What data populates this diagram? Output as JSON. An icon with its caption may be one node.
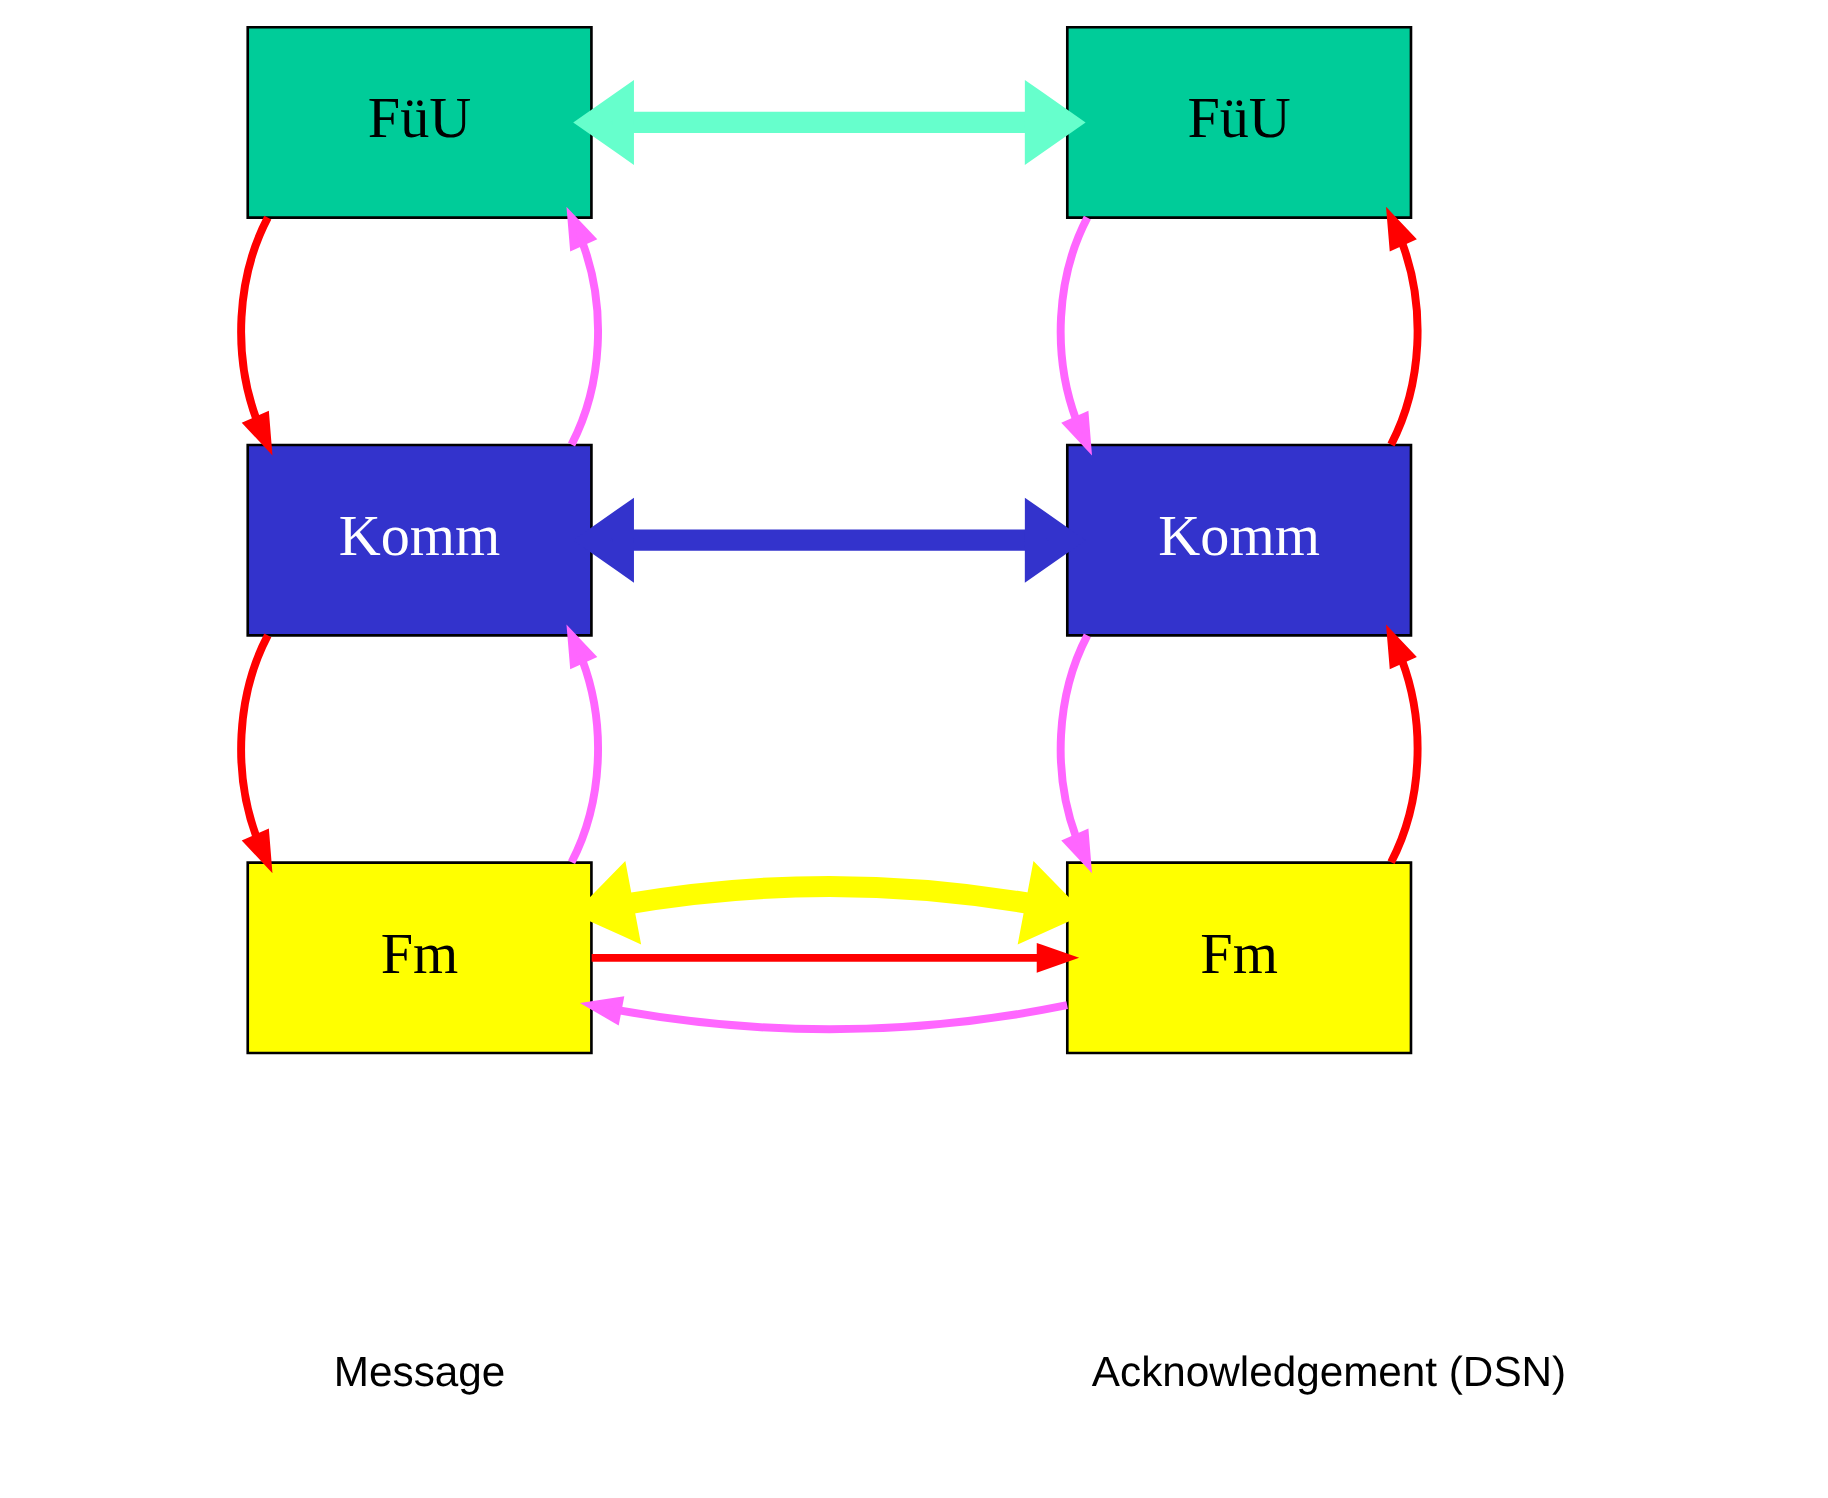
{
  "diagram": {
    "nodes": [
      {
        "text": [
          "FüU"
        ]
      },
      {
        "text": [
          "FüU"
        ]
      },
      {
        "text": [
          "Komm"
        ]
      },
      {
        "text": [
          "Komm"
        ]
      },
      {
        "text": [
          "Fm"
        ]
      },
      {
        "text": [
          "Fm"
        ]
      }
    ],
    "edges": [
      {
        "from": 0,
        "to": 1,
        "arrow": "both",
        "style": "thick",
        "color": "#66ffcc"
      },
      {
        "from": 0,
        "to": 2,
        "arrow": "to",
        "color": "#ff0000"
      },
      {
        "from": 2,
        "to": 0,
        "arrow": "to",
        "color": "#ff66ff"
      },
      {
        "from": 1,
        "to": 3,
        "arrow": "to",
        "color": "#ff66ff"
      },
      {
        "from": 3,
        "to": 1,
        "arrow": "to",
        "color": "#ff0000"
      },
      {
        "from": 2,
        "to": 3,
        "arrow": "both",
        "style": "thick",
        "color": "#3333cc"
      },
      {
        "from": 2,
        "to": 4,
        "arrow": "to",
        "color": "#ff0000"
      },
      {
        "from": 4,
        "to": 2,
        "arrow": "to",
        "color": "#ff66ff"
      },
      {
        "from": 3,
        "to": 5,
        "arrow": "to",
        "color": "#ff66ff"
      },
      {
        "from": 5,
        "to": 3,
        "arrow": "to",
        "color": "#ff0000"
      },
      {
        "from": 5,
        "to": 4,
        "arrow": "to",
        "color": "#ff66ff"
      },
      {
        "from": 4,
        "to": 5,
        "arrow": "to",
        "color": "#ff0000"
      },
      {
        "from": 4,
        "to": 5,
        "arrow": "both",
        "style": "thick",
        "color": "#ffff00"
      }
    ],
    "legend": [
      {
        "text": "Message"
      },
      {
        "text": "Acknowledgement (DSN)"
      }
    ]
  }
}
